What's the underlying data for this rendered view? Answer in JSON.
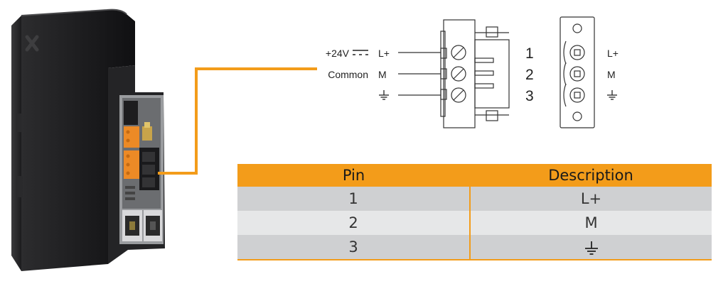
{
  "wiring": {
    "rows": [
      {
        "signal": "+24V",
        "terminal": "L+",
        "pin": "1"
      },
      {
        "signal": "Common",
        "terminal": "M",
        "pin": "2"
      },
      {
        "signal": "",
        "terminal": "",
        "pin": "3"
      }
    ]
  },
  "socket": {
    "labels": [
      "L+",
      "M"
    ]
  },
  "table": {
    "headers": [
      "Pin",
      "Description"
    ],
    "rows": [
      {
        "pin": "1",
        "description": "L+"
      },
      {
        "pin": "2",
        "description": "M"
      },
      {
        "pin": "3",
        "description": ""
      }
    ]
  },
  "colors": {
    "accent": "#f39c1a",
    "row_dark": "#cfd0d2",
    "row_light": "#e6e7e8",
    "device_body": "#1e1e20"
  },
  "icons": {
    "ground": "ground-icon",
    "dc": "dc-voltage-icon"
  }
}
